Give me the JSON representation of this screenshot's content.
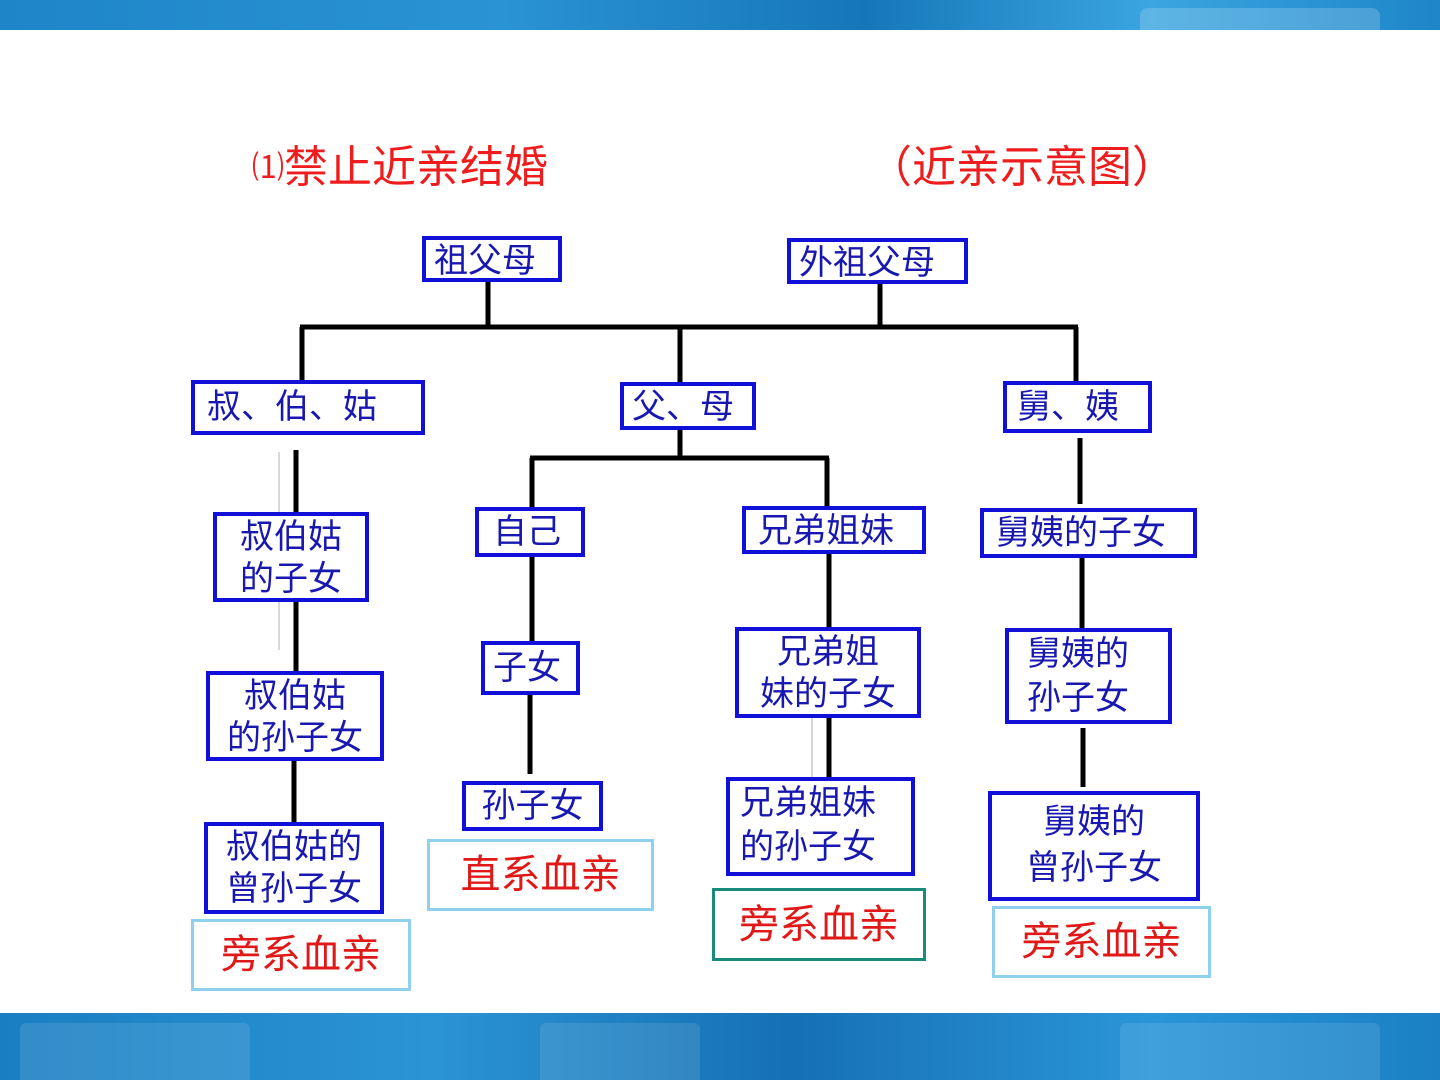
{
  "heading": {
    "number": "⑴",
    "title": "禁止近亲结婚",
    "caption": "（近亲示意图）"
  },
  "nodes": {
    "paternal_grandparents": "祖父母",
    "maternal_grandparents": "外祖父母",
    "uncles_aunts_paternal": "叔、伯、姑",
    "parents": "父、母",
    "uncles_aunts_maternal": "舅、姨",
    "paternal_cousins": [
      "叔伯姑",
      "的子女"
    ],
    "self": "自己",
    "siblings": "兄弟姐妹",
    "maternal_cousins": "舅姨的子女",
    "paternal_cousins_children": [
      "叔伯姑",
      "的孙子女"
    ],
    "children": "子女",
    "siblings_children": [
      "兄弟姐",
      "妹的子女"
    ],
    "maternal_cousins_children": [
      "舅姨的",
      "孙子女"
    ],
    "paternal_great_grandchildren": [
      "叔伯姑的",
      "曾孙子女"
    ],
    "grandchildren": "孙子女",
    "siblings_grandchildren": [
      "兄弟姐妹",
      "的孙子女"
    ],
    "maternal_great_grandchildren": [
      "舅姨的",
      "曾孙子女"
    ]
  },
  "labels": {
    "collateral_1": "旁系血亲",
    "lineal": "直系血亲",
    "collateral_2": "旁系血亲",
    "collateral_3": "旁系血亲"
  },
  "colors": {
    "theme_blue": "#1e86c8",
    "box_border": "#1010d8",
    "box_text": "#1818b0",
    "heading_red": "#ee1c1c",
    "label_border": "#8fd0ee",
    "label_border_teal": "#1a8a7a"
  }
}
